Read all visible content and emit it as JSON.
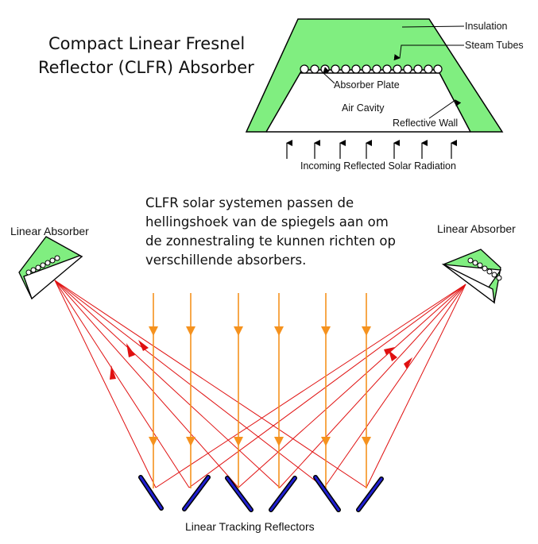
{
  "title": {
    "line1": "Compact Linear Fresnel",
    "line2": "Reflector (CLFR) Absorber"
  },
  "absorber_detail": {
    "insulation": "Insulation",
    "steam_tubes": "Steam Tubes",
    "absorber_plate": "Absorber Plate",
    "air_cavity": "Air Cavity",
    "reflective_wall": "Reflective Wall",
    "incoming": "Incoming Reflected Solar Radiation"
  },
  "description": {
    "line1": "CLFR solar systemen passen de",
    "line2": "hellingshoek van de spiegels aan om",
    "line3": "de zonnestraling te kunnen richten op",
    "line4": "verschillende absorbers."
  },
  "labels": {
    "left_absorber": "Linear Absorber",
    "right_absorber": "Linear Absorber",
    "reflectors": "Linear Tracking Reflectors"
  },
  "colors": {
    "insulation": "#80ee80",
    "sun_rays": "#f5921e",
    "reflected_rays": "#e01010",
    "mirror": "#2020d0"
  }
}
